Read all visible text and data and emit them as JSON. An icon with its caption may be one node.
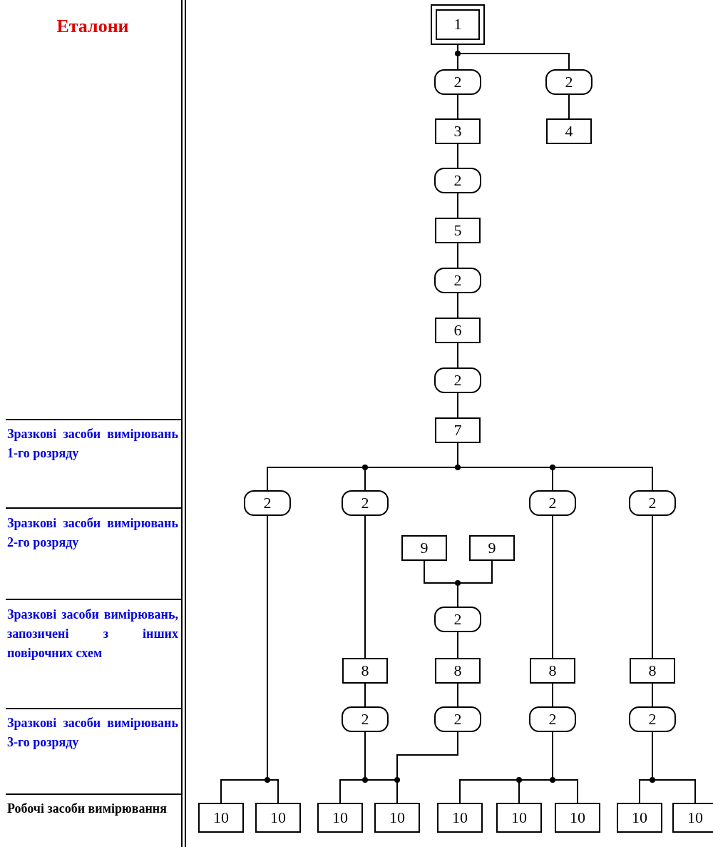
{
  "diagram": {
    "nodes": [
      {
        "text": [
          "1"
        ]
      },
      {
        "text": [
          "2"
        ]
      },
      {
        "text": [
          "2"
        ]
      },
      {
        "text": [
          "3"
        ]
      },
      {
        "text": [
          "4"
        ]
      },
      {
        "text": [
          "2"
        ]
      },
      {
        "text": [
          "5"
        ]
      },
      {
        "text": [
          "2"
        ]
      },
      {
        "text": [
          "6"
        ]
      },
      {
        "text": [
          "2"
        ]
      },
      {
        "text": [
          "7"
        ]
      },
      {
        "text": [
          "2"
        ]
      },
      {
        "text": [
          "2"
        ]
      },
      {
        "text": [
          "2"
        ]
      },
      {
        "text": [
          "2"
        ]
      },
      {
        "text": [
          "9"
        ]
      },
      {
        "text": [
          "9"
        ]
      },
      {
        "text": [
          "2"
        ]
      },
      {
        "text": [
          "8"
        ]
      },
      {
        "text": [
          "8"
        ]
      },
      {
        "text": [
          "8"
        ]
      },
      {
        "text": [
          "8"
        ]
      },
      {
        "text": [
          "2"
        ]
      },
      {
        "text": [
          "2"
        ]
      },
      {
        "text": [
          "2"
        ]
      },
      {
        "text": [
          "2"
        ]
      },
      {
        "text": [
          "10"
        ]
      },
      {
        "text": [
          "10"
        ]
      },
      {
        "text": [
          "10"
        ]
      },
      {
        "text": [
          "10"
        ]
      },
      {
        "text": [
          "10"
        ]
      },
      {
        "text": [
          "10"
        ]
      },
      {
        "text": [
          "10"
        ]
      },
      {
        "text": [
          "10"
        ]
      },
      {
        "text": [
          "10"
        ]
      }
    ],
    "edges": [
      {
        "from": 0,
        "to": 1,
        "arrow": "none"
      },
      {
        "from": 0,
        "to": 2,
        "arrow": "none"
      },
      {
        "from": 1,
        "to": 3,
        "arrow": "none"
      },
      {
        "from": 2,
        "to": 4,
        "arrow": "none"
      },
      {
        "from": 3,
        "to": 5,
        "arrow": "none"
      },
      {
        "from": 5,
        "to": 6,
        "arrow": "none"
      },
      {
        "from": 6,
        "to": 7,
        "arrow": "none"
      },
      {
        "from": 7,
        "to": 8,
        "arrow": "none"
      },
      {
        "from": 8,
        "to": 9,
        "arrow": "none"
      },
      {
        "from": 9,
        "to": 10,
        "arrow": "none"
      },
      {
        "from": 10,
        "to": 11,
        "arrow": "none"
      },
      {
        "from": 10,
        "to": 12,
        "arrow": "none"
      },
      {
        "from": 10,
        "to": 13,
        "arrow": "none"
      },
      {
        "from": 10,
        "to": 14,
        "arrow": "none"
      },
      {
        "from": 11,
        "to": 26,
        "arrow": "none"
      },
      {
        "from": 11,
        "to": 27,
        "arrow": "none"
      },
      {
        "from": 12,
        "to": 18,
        "arrow": "none"
      },
      {
        "from": 18,
        "to": 22,
        "arrow": "none"
      },
      {
        "from": 22,
        "to": 28,
        "arrow": "none"
      },
      {
        "from": 22,
        "to": 29,
        "arrow": "none"
      },
      {
        "from": 15,
        "to": 17,
        "arrow": "none"
      },
      {
        "from": 16,
        "to": 17,
        "arrow": "none"
      },
      {
        "from": 17,
        "to": 19,
        "arrow": "none"
      },
      {
        "from": 19,
        "to": 23,
        "arrow": "none"
      },
      {
        "from": 23,
        "to": 28,
        "arrow": "none"
      },
      {
        "from": 23,
        "to": 29,
        "arrow": "none"
      },
      {
        "from": 13,
        "to": 20,
        "arrow": "none"
      },
      {
        "from": 20,
        "to": 24,
        "arrow": "none"
      },
      {
        "from": 24,
        "to": 30,
        "arrow": "none"
      },
      {
        "from": 24,
        "to": 31,
        "arrow": "none"
      },
      {
        "from": 24,
        "to": 32,
        "arrow": "none"
      },
      {
        "from": 14,
        "to": 21,
        "arrow": "none"
      },
      {
        "from": 21,
        "to": 25,
        "arrow": "none"
      },
      {
        "from": 25,
        "to": 33,
        "arrow": "none"
      },
      {
        "from": 25,
        "to": 34,
        "arrow": "none"
      }
    ],
    "labels": [
      "Еталони",
      "Зразкові засоби вимірювань 1-го розряду",
      "Зразкові засоби вимірювань 2-го розряду",
      "Зразкові засоби вимірювань, запозичені з інших повірочних схем",
      "Зразкові засоби вимірювань 3-го розряду",
      "Робочі засоби вимірювання"
    ]
  }
}
